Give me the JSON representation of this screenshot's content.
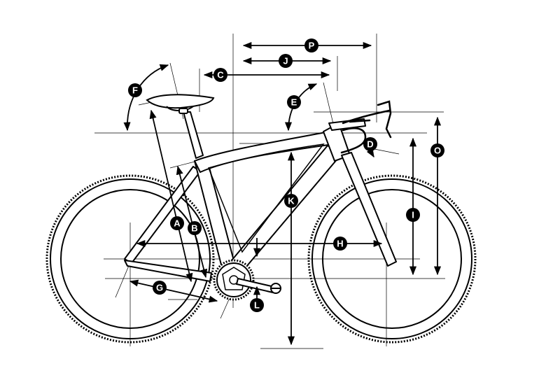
{
  "diagram": {
    "labels": {
      "A": "A",
      "B": "B",
      "C": "C",
      "D": "D",
      "E": "E",
      "F": "F",
      "G": "G",
      "H": "H",
      "I": "I",
      "J": "J",
      "K": "K",
      "L": "L",
      "O": "O",
      "P": "P"
    },
    "colors": {
      "ink": "#000000",
      "background": "#ffffff"
    }
  }
}
